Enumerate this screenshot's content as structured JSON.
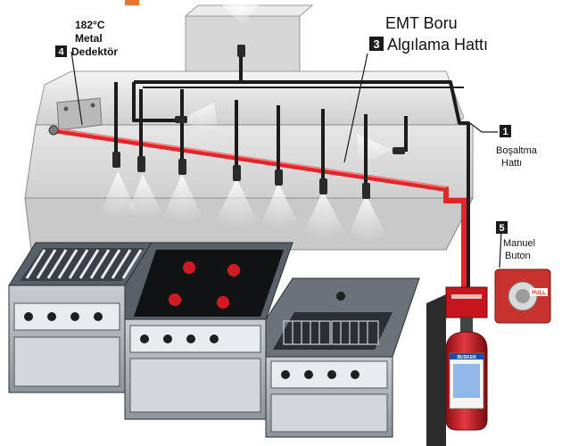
{
  "callouts": {
    "detector": {
      "number": "4",
      "line1": "182°C",
      "line2": "Metal",
      "line3": "Dedektör"
    },
    "emt": {
      "number": "3",
      "line1": "EMT Boru",
      "line2": "Algılama Hattı"
    },
    "discharge": {
      "number": "1",
      "line1": "Boşaltma",
      "line2": "Hattı"
    },
    "manual": {
      "number": "5",
      "line1": "Manuel",
      "line2": "Buton"
    }
  },
  "pull_station_text": "PULL",
  "cylinder_brand": "BUSKEN",
  "colors": {
    "detection_line": "#e0262b",
    "pipe": "#1c1c1c",
    "hood": "#d9d9d9",
    "cylinder": "#c4161c",
    "pull_station": "#c8322c",
    "badge": "#1a1a1a"
  }
}
